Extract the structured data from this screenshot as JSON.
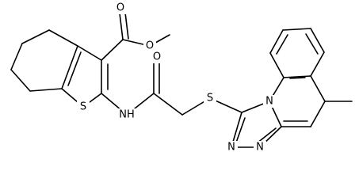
{
  "structure": {
    "atoms": {
      "o_ester_carbonyl": "O",
      "o_ester_ether": "O",
      "o_amide": "O",
      "s_thiophene": "S",
      "n_amide": "NH",
      "s_thioether": "S",
      "n_bridge": "N",
      "n_triazole_a": "N",
      "n_triazole_b": "N"
    }
  }
}
